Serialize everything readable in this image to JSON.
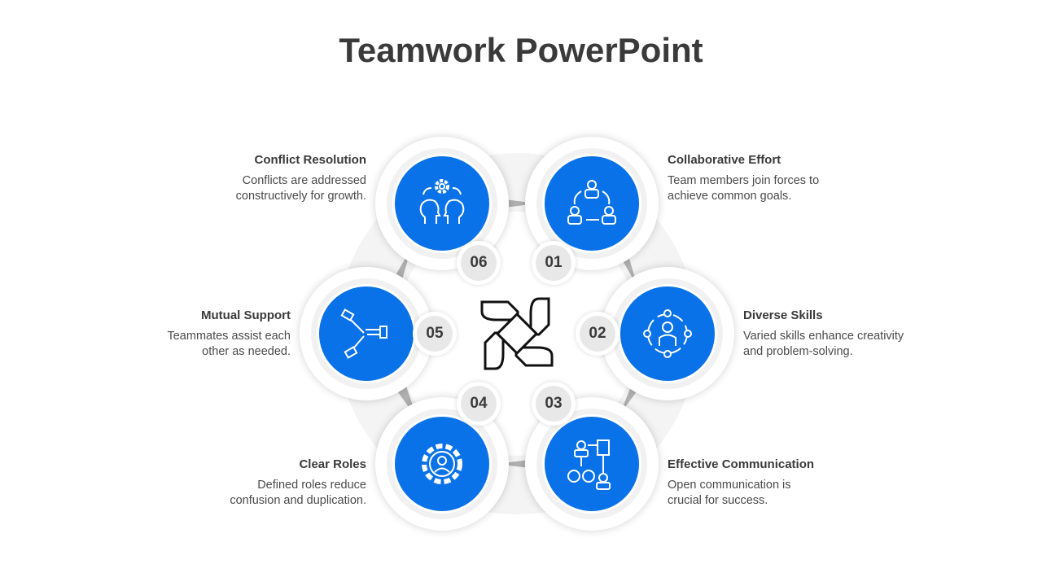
{
  "title": "Teamwork PowerPoint",
  "colors": {
    "accent": "#0a72e8",
    "badge": "#e8e8e8"
  },
  "center_icon": "hands-together-icon",
  "steps": [
    {
      "num": "01",
      "title": "Collaborative Effort",
      "desc": "Team members join forces to achieve common goals.",
      "icon": "collaboration-cycle-icon"
    },
    {
      "num": "02",
      "title": "Diverse Skills",
      "desc": "Varied skills enhance creativity and problem-solving.",
      "icon": "person-network-icon"
    },
    {
      "num": "03",
      "title": "Effective Communication",
      "desc": "Open communication is crucial for success.",
      "icon": "communication-flow-icon"
    },
    {
      "num": "04",
      "title": "Clear Roles",
      "desc": "Defined roles reduce confusion and duplication.",
      "icon": "gear-person-icon"
    },
    {
      "num": "05",
      "title": "Mutual Support",
      "desc": "Teammates assist each other as needed.",
      "icon": "hands-support-icon"
    },
    {
      "num": "06",
      "title": "Conflict Resolution",
      "desc": "Conflicts are addressed constructively for growth.",
      "icon": "heads-gear-icon"
    }
  ]
}
